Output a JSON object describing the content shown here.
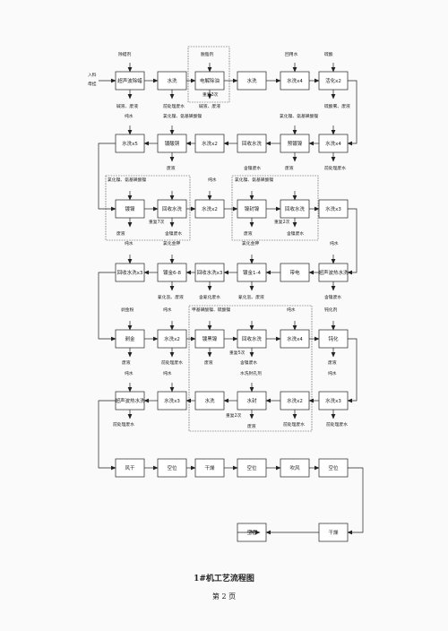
{
  "figure": {
    "title": "1#机工艺流程图",
    "page_label": "第 2 页"
  },
  "nodes": [
    {
      "id": "n1",
      "label": "超声波除蜡"
    },
    {
      "id": "n2",
      "label": "水洗"
    },
    {
      "id": "n3",
      "label": "电解除油"
    },
    {
      "id": "n4",
      "label": "水洗"
    },
    {
      "id": "n5",
      "label": "水洗x4"
    },
    {
      "id": "n6",
      "label": "活化x2"
    },
    {
      "id": "n7",
      "label": "水洗x5"
    },
    {
      "id": "n8",
      "label": "镀酸铜"
    },
    {
      "id": "n9",
      "label": "水洗x2"
    },
    {
      "id": "n10",
      "label": "回收水洗"
    },
    {
      "id": "n11",
      "label": "预镀镍"
    },
    {
      "id": "n12",
      "label": "水洗x4"
    },
    {
      "id": "n13",
      "label": "镀镍"
    },
    {
      "id": "n14",
      "label": "回收水洗"
    },
    {
      "id": "n15",
      "label": "水洗x2"
    },
    {
      "id": "n16",
      "label": "镍封镍"
    },
    {
      "id": "n17",
      "label": "回收水洗"
    },
    {
      "id": "n18",
      "label": "水洗x3"
    },
    {
      "id": "n19",
      "label": "回收水洗x3"
    },
    {
      "id": "n20",
      "label": "镀金6-8"
    },
    {
      "id": "n21",
      "label": "回收水洗x3"
    },
    {
      "id": "n22",
      "label": "镀金1-4"
    },
    {
      "id": "n23",
      "label": "带电"
    },
    {
      "id": "n24",
      "label": "超声波热水洗"
    },
    {
      "id": "n25",
      "label": "剥金"
    },
    {
      "id": "n26",
      "label": "水洗x2"
    },
    {
      "id": "n27",
      "label": "镀黑镍"
    },
    {
      "id": "n28",
      "label": "回收水洗"
    },
    {
      "id": "n29",
      "label": "水洗x4"
    },
    {
      "id": "n30",
      "label": "钝化"
    },
    {
      "id": "n31",
      "label": "超声波热水洗"
    },
    {
      "id": "n32",
      "label": "水洗x3"
    },
    {
      "id": "n33",
      "label": "水洗"
    },
    {
      "id": "n34",
      "label": "水封"
    },
    {
      "id": "n35",
      "label": "水洗x2"
    },
    {
      "id": "n36",
      "label": "水洗x3"
    },
    {
      "id": "n37",
      "label": "风干"
    },
    {
      "id": "n38",
      "label": "空位"
    },
    {
      "id": "n39",
      "label": "干燥"
    },
    {
      "id": "n40",
      "label": "空位"
    },
    {
      "id": "n41",
      "label": "吹风"
    },
    {
      "id": "n42",
      "label": "空位"
    },
    {
      "id": "n43",
      "label": "空位"
    },
    {
      "id": "n44",
      "label": "干燥"
    }
  ],
  "labels": [
    {
      "id": "t1",
      "text": "入料"
    },
    {
      "id": "t2",
      "text": "母挂"
    },
    {
      "id": "t3",
      "text": "除蜡剂"
    },
    {
      "id": "t4",
      "text": "脱脂剂"
    },
    {
      "id": "t5",
      "text": "回用水"
    },
    {
      "id": "t6",
      "text": "硫酸"
    },
    {
      "id": "t7",
      "text": "碱液、废液"
    },
    {
      "id": "t8",
      "text": "前处理废水"
    },
    {
      "id": "t9",
      "text": "重复3次"
    },
    {
      "id": "t10",
      "text": "碱液、废液"
    },
    {
      "id": "t11",
      "text": "硫酸雾、废液"
    },
    {
      "id": "t12",
      "text": "纯水"
    },
    {
      "id": "t13",
      "text": "氯化镍、氨基磺酸镍"
    },
    {
      "id": "t14",
      "text": "氯化镍、氨基磺酸镍"
    },
    {
      "id": "t15",
      "text": "前处理废水"
    },
    {
      "id": "t16",
      "text": "废液"
    },
    {
      "id": "t17",
      "text": "含镍废水"
    },
    {
      "id": "t18",
      "text": "废液"
    },
    {
      "id": "t19",
      "text": "氯化镍、氨基磺酸镍"
    },
    {
      "id": "t20",
      "text": "纯水"
    },
    {
      "id": "t21",
      "text": "氯化镍、氨基磺酸镍"
    },
    {
      "id": "t22",
      "text": "废液"
    },
    {
      "id": "t23",
      "text": "重复7次"
    },
    {
      "id": "t24",
      "text": "含镍废水"
    },
    {
      "id": "t25",
      "text": "废液"
    },
    {
      "id": "t26",
      "text": "重复2次"
    },
    {
      "id": "t27",
      "text": "含镍废水"
    },
    {
      "id": "t28",
      "text": "纯水"
    },
    {
      "id": "t29",
      "text": "氯化金钾"
    },
    {
      "id": "t30",
      "text": "氯化金钾"
    },
    {
      "id": "t31",
      "text": "纯水"
    },
    {
      "id": "t32",
      "text": "氰化氢、废液"
    },
    {
      "id": "t33",
      "text": "含氰化废水"
    },
    {
      "id": "t34",
      "text": "氰化氢、废液"
    },
    {
      "id": "t35",
      "text": "含镍废水"
    },
    {
      "id": "t36",
      "text": "剥金粉"
    },
    {
      "id": "t37",
      "text": "纯水"
    },
    {
      "id": "t38",
      "text": "甲基磺酸镍、硫酸镍"
    },
    {
      "id": "t39",
      "text": "纯水"
    },
    {
      "id": "t40",
      "text": "钝化剂"
    },
    {
      "id": "t41",
      "text": "废液"
    },
    {
      "id": "t42",
      "text": "前处理废水"
    },
    {
      "id": "t43",
      "text": "废液"
    },
    {
      "id": "t44",
      "text": "重复5次"
    },
    {
      "id": "t45",
      "text": "含镍废水"
    },
    {
      "id": "t46",
      "text": "废液"
    },
    {
      "id": "t47",
      "text": "纯水"
    },
    {
      "id": "t48",
      "text": "纯水"
    },
    {
      "id": "t49",
      "text": "水洗封孔剂"
    },
    {
      "id": "t50",
      "text": "纯水"
    },
    {
      "id": "t51",
      "text": "前处理废水"
    },
    {
      "id": "t52",
      "text": "重复2次"
    },
    {
      "id": "t53",
      "text": "废液"
    },
    {
      "id": "t54",
      "text": "前处理废水"
    },
    {
      "id": "t55",
      "text": "前处理废水"
    },
    {
      "id": "t56",
      "text": "收料"
    }
  ]
}
